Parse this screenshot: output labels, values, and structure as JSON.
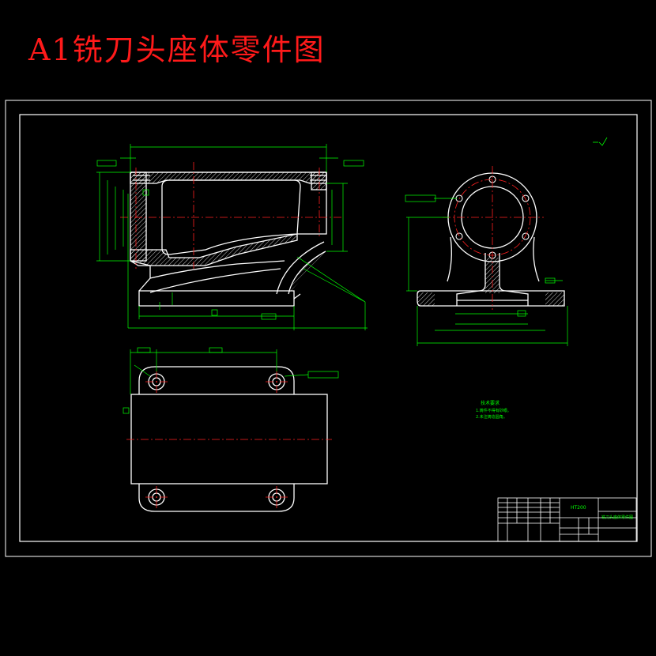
{
  "title": "A1铣刀头座体零件图",
  "colors": {
    "background": "#000000",
    "outline": "#ffffff",
    "dimension": "#00ff00",
    "centerline": "#ff2020",
    "title": "#ff1a1a",
    "hatch": "#ffffff"
  },
  "notes": {
    "heading": "技术要求",
    "lines": [
      "1.铸件不得有砂眼。",
      "2.未注铸造圆角。"
    ]
  },
  "title_block": {
    "material": "HT200",
    "part_name": "铣刀头座体零件图"
  }
}
